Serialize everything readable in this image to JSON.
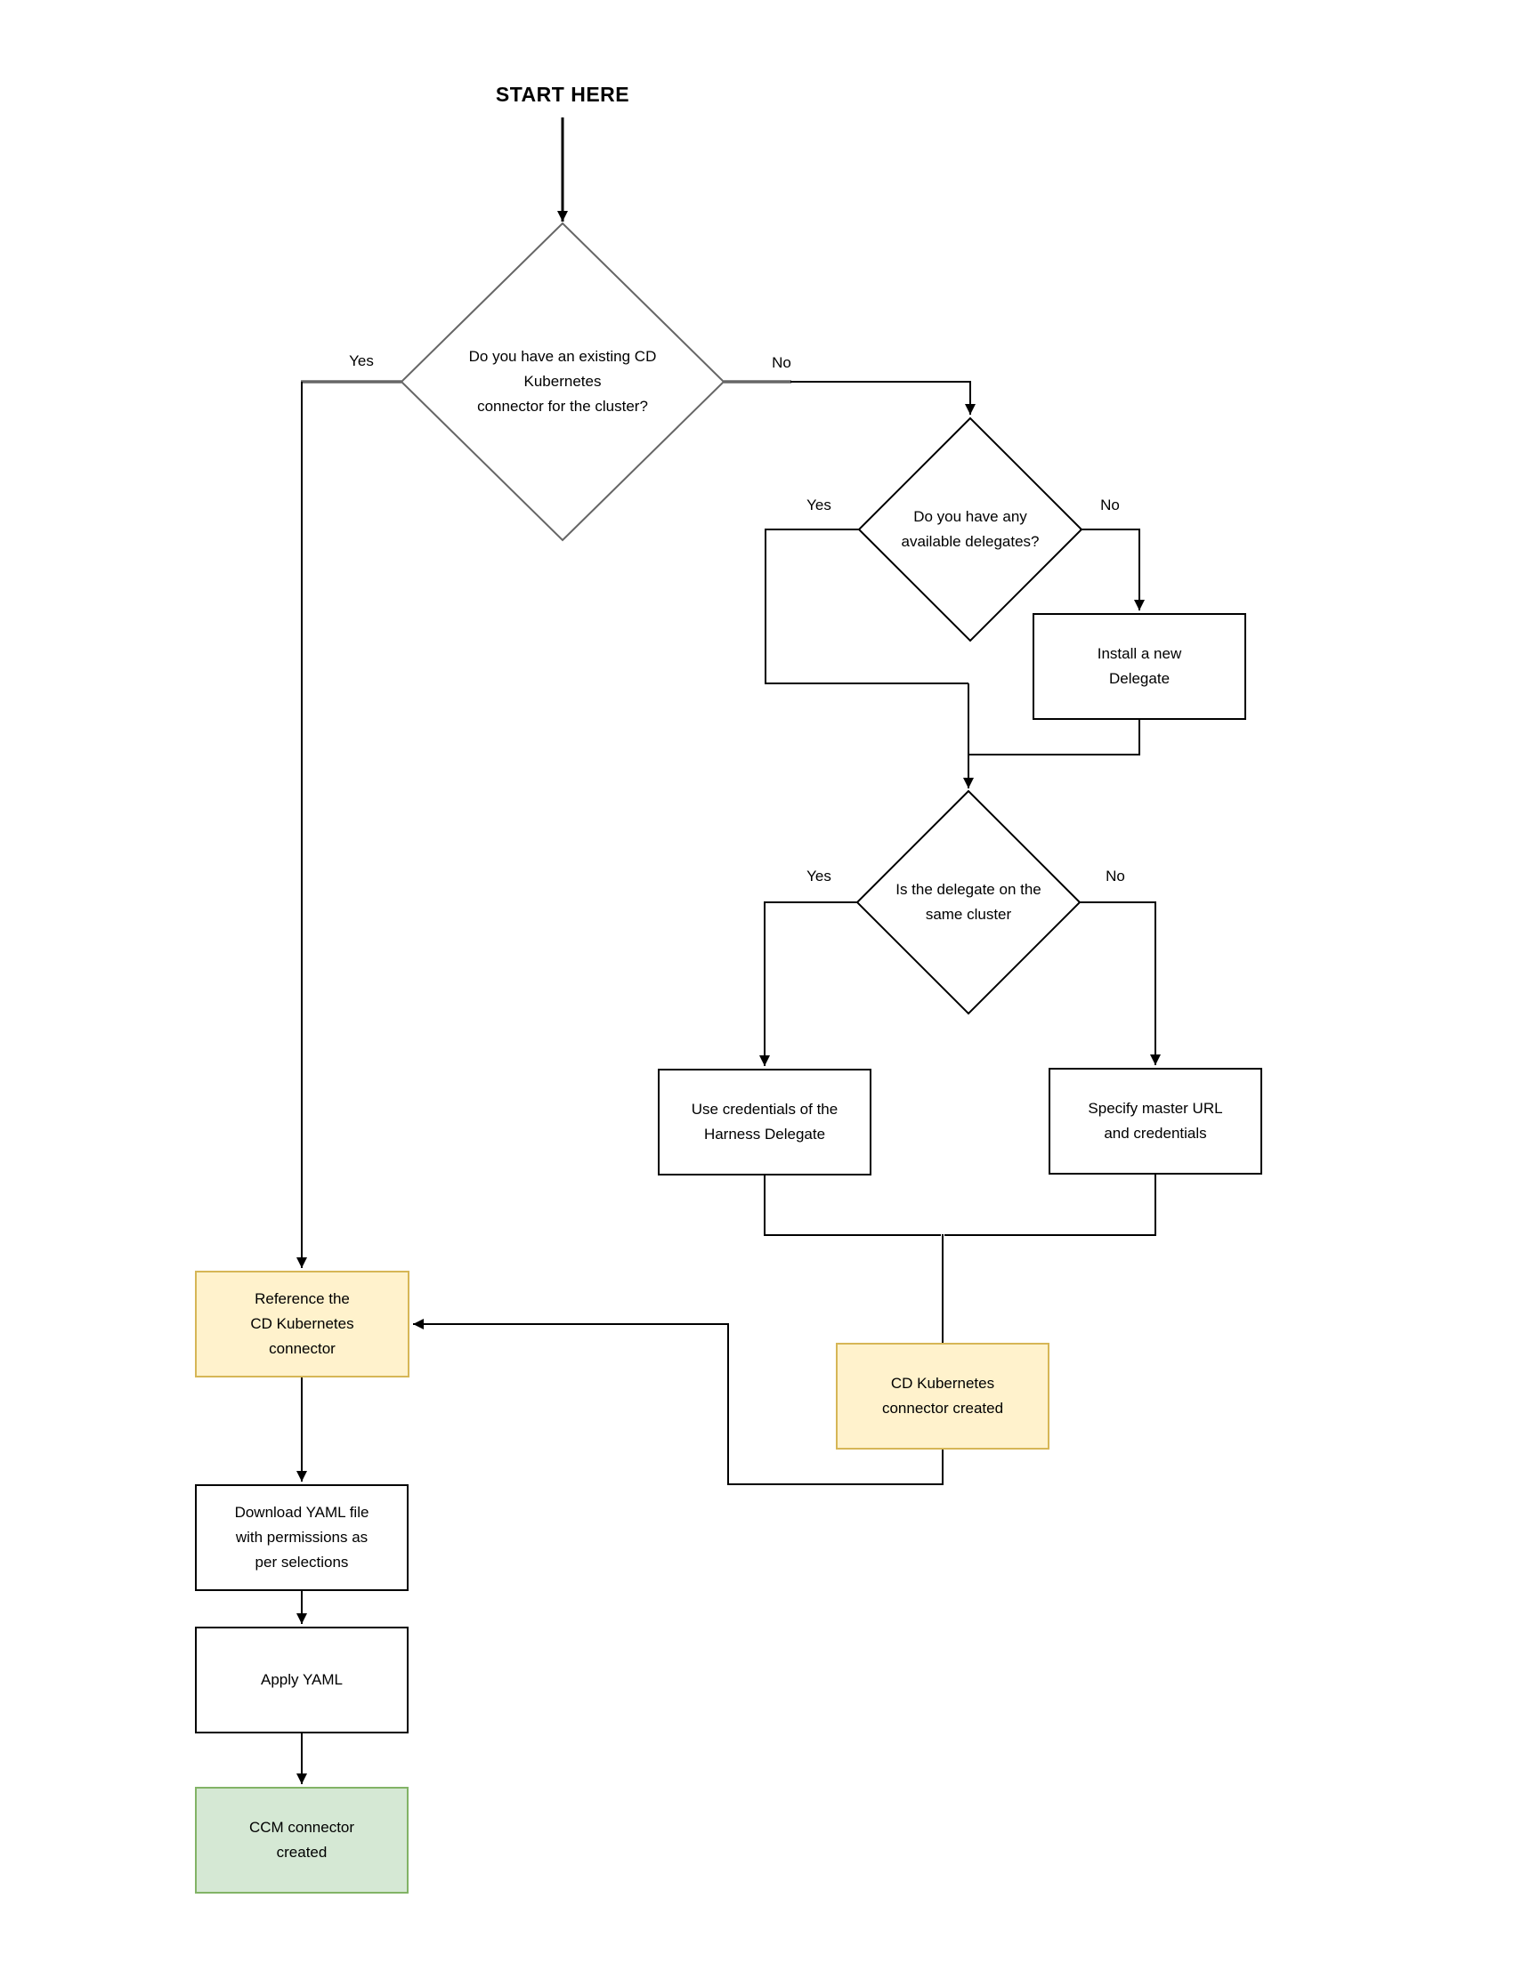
{
  "title": "START HERE",
  "decisions": {
    "d1": {
      "question": "Do you have an existing CD\nKubernetes\nconnector for the cluster?",
      "yes": "Yes",
      "no": "No"
    },
    "d2": {
      "question": "Do you have any\navailable delegates?",
      "yes": "Yes",
      "no": "No"
    },
    "d3": {
      "question": "Is the delegate on the\nsame cluster",
      "yes": "Yes",
      "no": "No"
    }
  },
  "boxes": {
    "install": "Install a new\nDelegate",
    "use_credentials": "Use credentials of the\nHarness Delegate",
    "specify_master": "Specify master URL\nand credentials",
    "cd_created": "CD Kubernetes\nconnector created",
    "reference": "Reference the\nCD Kubernetes\nconnector",
    "download": "Download YAML file\nwith permissions as\nper selections",
    "apply": "Apply YAML",
    "ccm_created": "CCM connector\ncreated"
  },
  "colors": {
    "line": "#000000",
    "decision1_stroke": "#666666",
    "yellow_fill": "#fff2cc",
    "yellow_border": "#d6b656",
    "green_fill": "#d5e8d4",
    "green_border": "#82b366"
  }
}
